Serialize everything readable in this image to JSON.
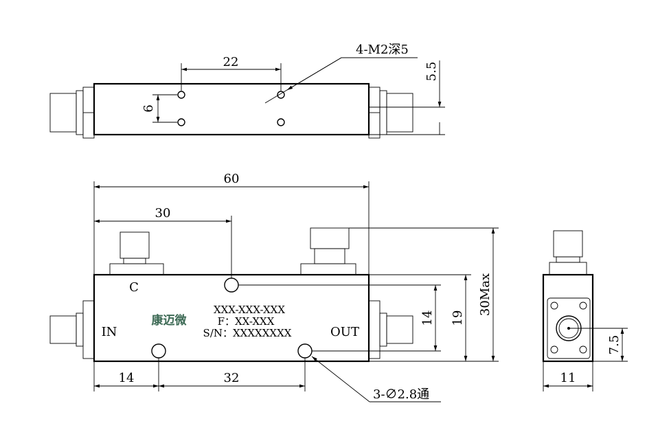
{
  "top_view": {
    "dims": {
      "d22": "22",
      "d6": "6",
      "d55": "5.5"
    },
    "hole_note": "4-M2深5"
  },
  "front_view": {
    "dims": {
      "d60": "60",
      "d30": "30",
      "d14h": "14",
      "d32": "32",
      "d14v": "14",
      "d19": "19",
      "d30max": "30Max"
    },
    "labels": {
      "coupled": "C",
      "input": "IN",
      "output": "OUT",
      "brand": "康迈微",
      "model": "XXX-XXX-XXX",
      "freq": "F：XX-XXX",
      "serial": "S/N：XXXXXXXX"
    },
    "hole_note": "3-∅2.8通"
  },
  "side_view": {
    "dims": {
      "d75": "7.5",
      "d11": "11"
    }
  }
}
